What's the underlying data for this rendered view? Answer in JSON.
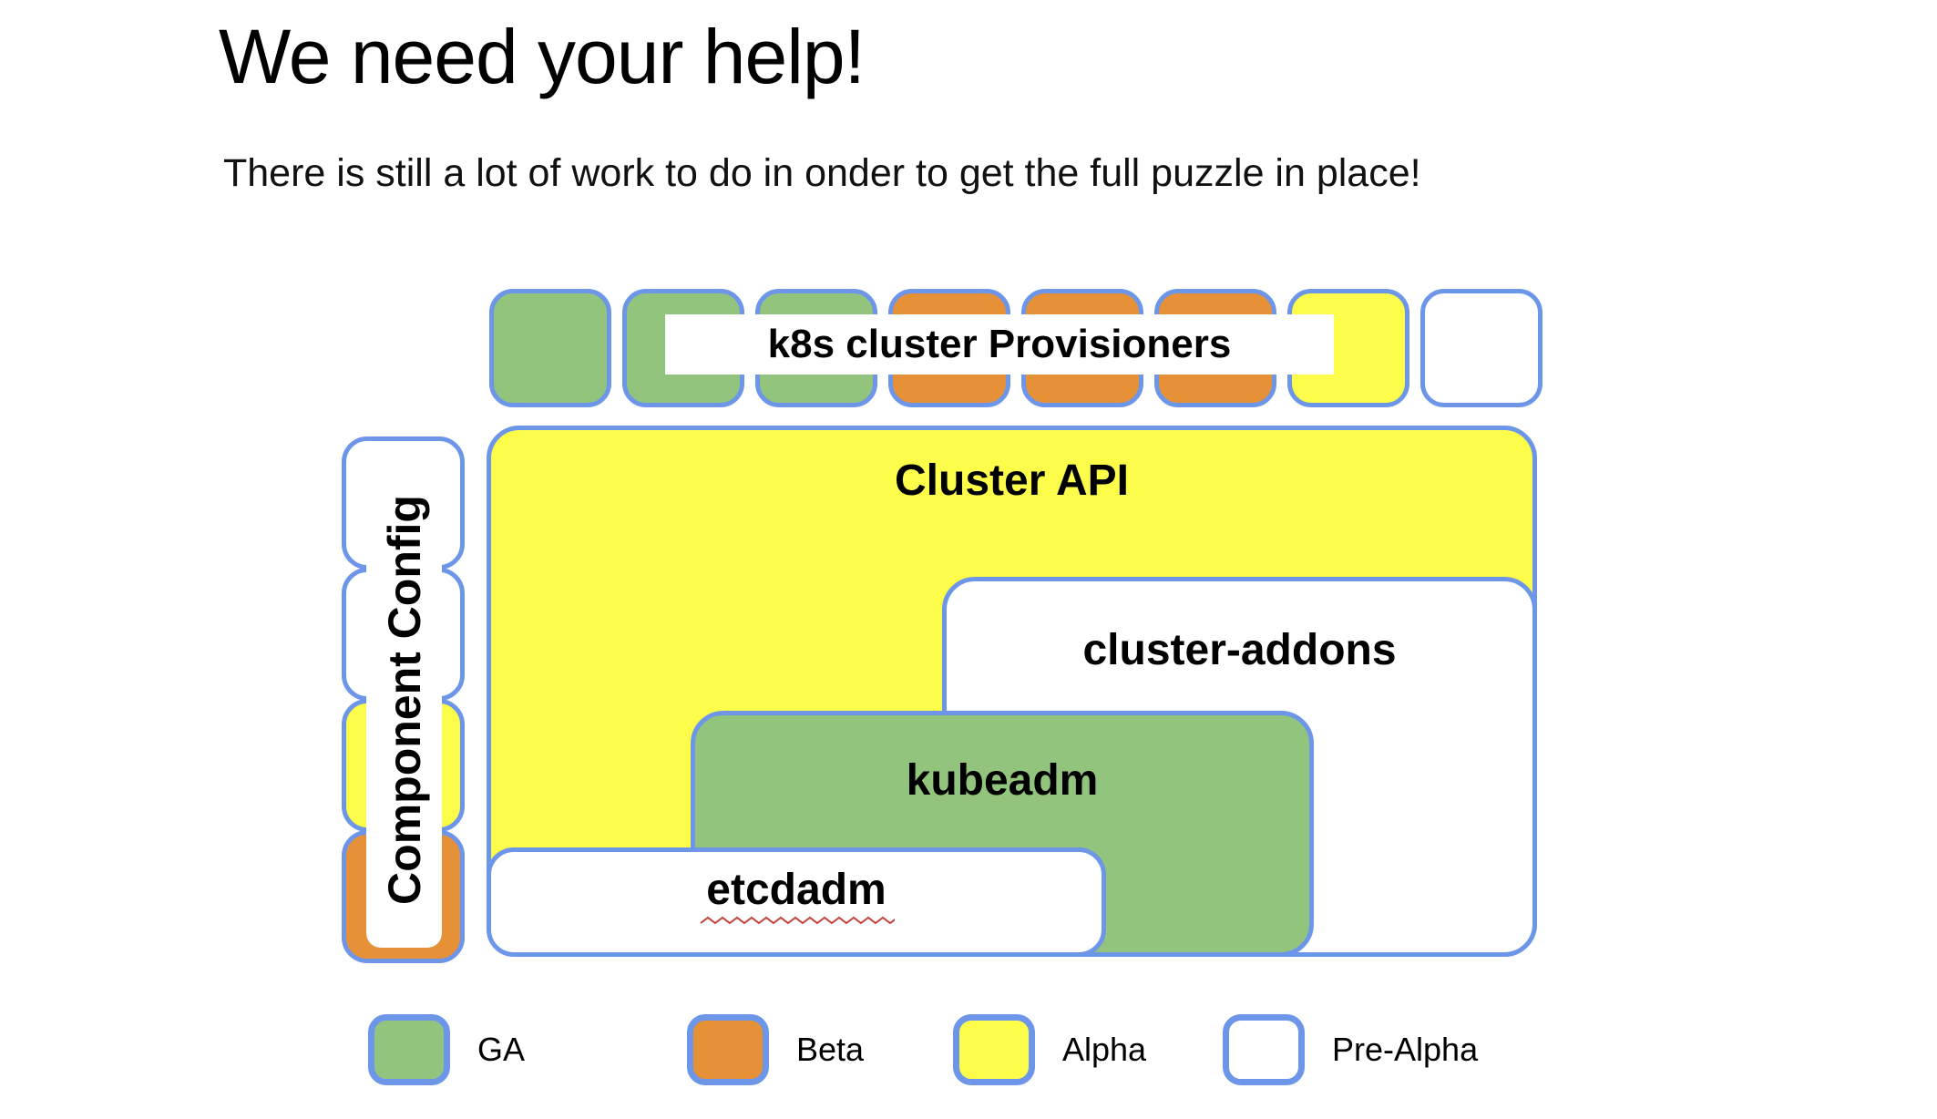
{
  "page": {
    "title": "We need your help!",
    "subtitle": "There is still a lot of work to do in onder to get the full puzzle in place!"
  },
  "colors": {
    "ga_green": "#93c47d",
    "beta_orange": "#e69138",
    "alpha_yellow": "#fcfc4a",
    "prealpha_white": "#ffffff",
    "border_blue": "#6d96e8",
    "squiggle_red": "#c5403a"
  },
  "puzzle": {
    "provisioners_label": "k8s cluster Provisioners",
    "provisioner_tiles": [
      "ga",
      "ga",
      "ga",
      "beta",
      "beta",
      "beta",
      "alpha",
      "pre-alpha"
    ],
    "component_config": {
      "label": "Component Config",
      "tiles": [
        "pre-alpha",
        "pre-alpha",
        "alpha",
        "beta"
      ]
    },
    "cluster_api_label": "Cluster API",
    "cluster_addons_label": "cluster-addons",
    "kubeadm_label": "kubeadm",
    "etcdadm_label": "etcdadm",
    "etcdadm_misspelled": true
  },
  "legend": {
    "items": [
      {
        "label": "GA",
        "status": "ga"
      },
      {
        "label": "Beta",
        "status": "beta"
      },
      {
        "label": "Alpha",
        "status": "alpha"
      },
      {
        "label": "Pre-Alpha",
        "status": "pre-alpha"
      }
    ],
    "item_lefts": [
      404,
      754,
      1046,
      1342
    ]
  }
}
